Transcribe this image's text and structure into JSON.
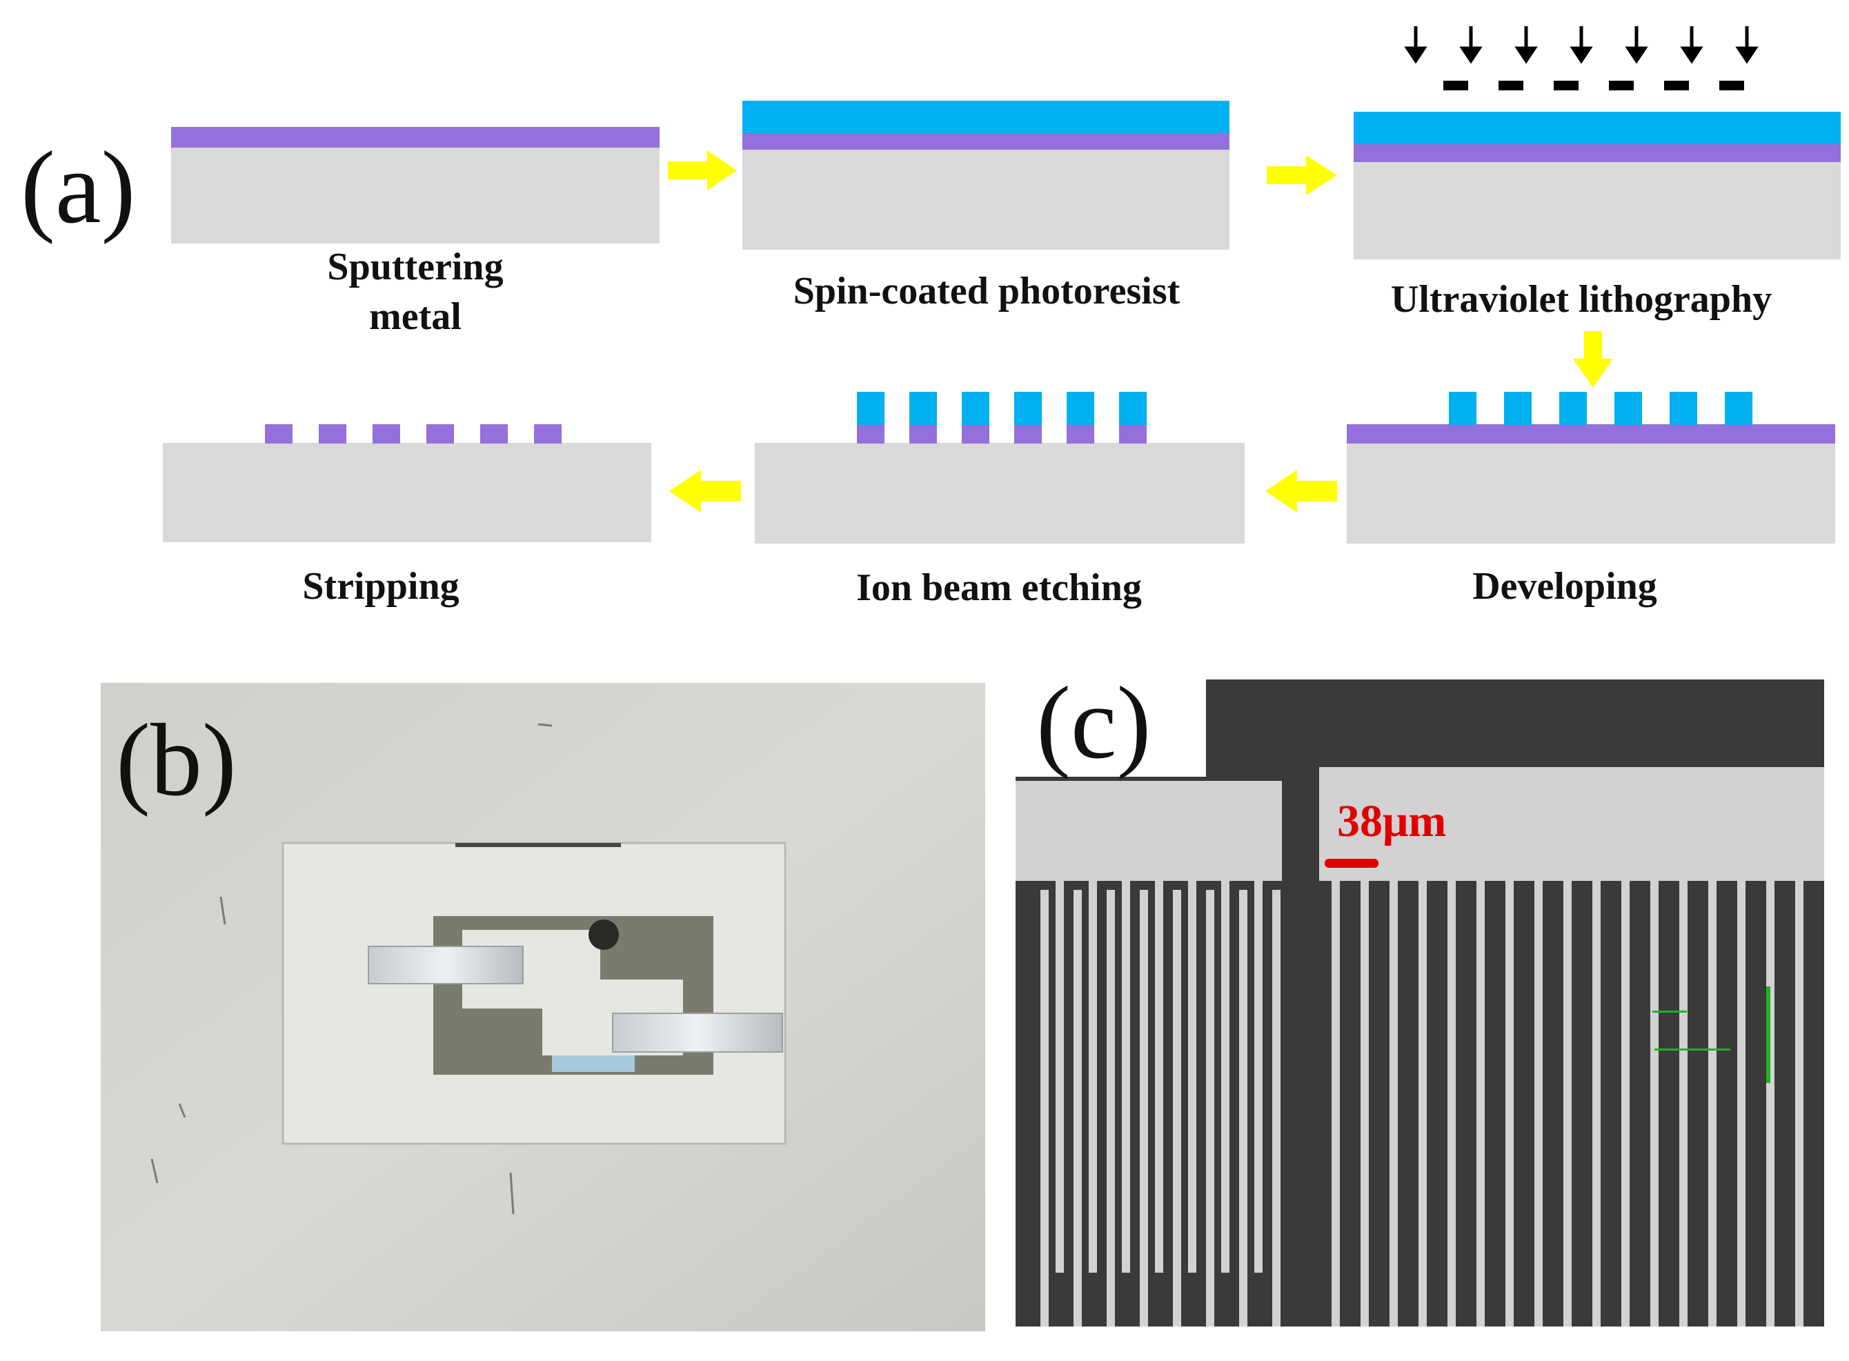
{
  "panels": {
    "a": {
      "letter": "(a)",
      "steps": [
        {
          "label_lines": [
            "Sputtering",
            "metal"
          ]
        },
        {
          "label_lines": [
            "Spin-coated photoresist"
          ]
        },
        {
          "label_lines": [
            "Ultraviolet lithography"
          ]
        },
        {
          "label_lines": [
            "Developing"
          ]
        },
        {
          "label_lines": [
            "Ion beam etching"
          ]
        },
        {
          "label_lines": [
            "Stripping"
          ]
        }
      ]
    },
    "b": {
      "letter": "(b)"
    },
    "c": {
      "letter": "(c)",
      "scale_bar_label": "38μm"
    }
  },
  "colors": {
    "substrate": "#d9d9d9",
    "metal": "#9370db",
    "photoresist": "#00b0f0",
    "arrow": "#ffff00",
    "scale_bar": "#e00000"
  }
}
